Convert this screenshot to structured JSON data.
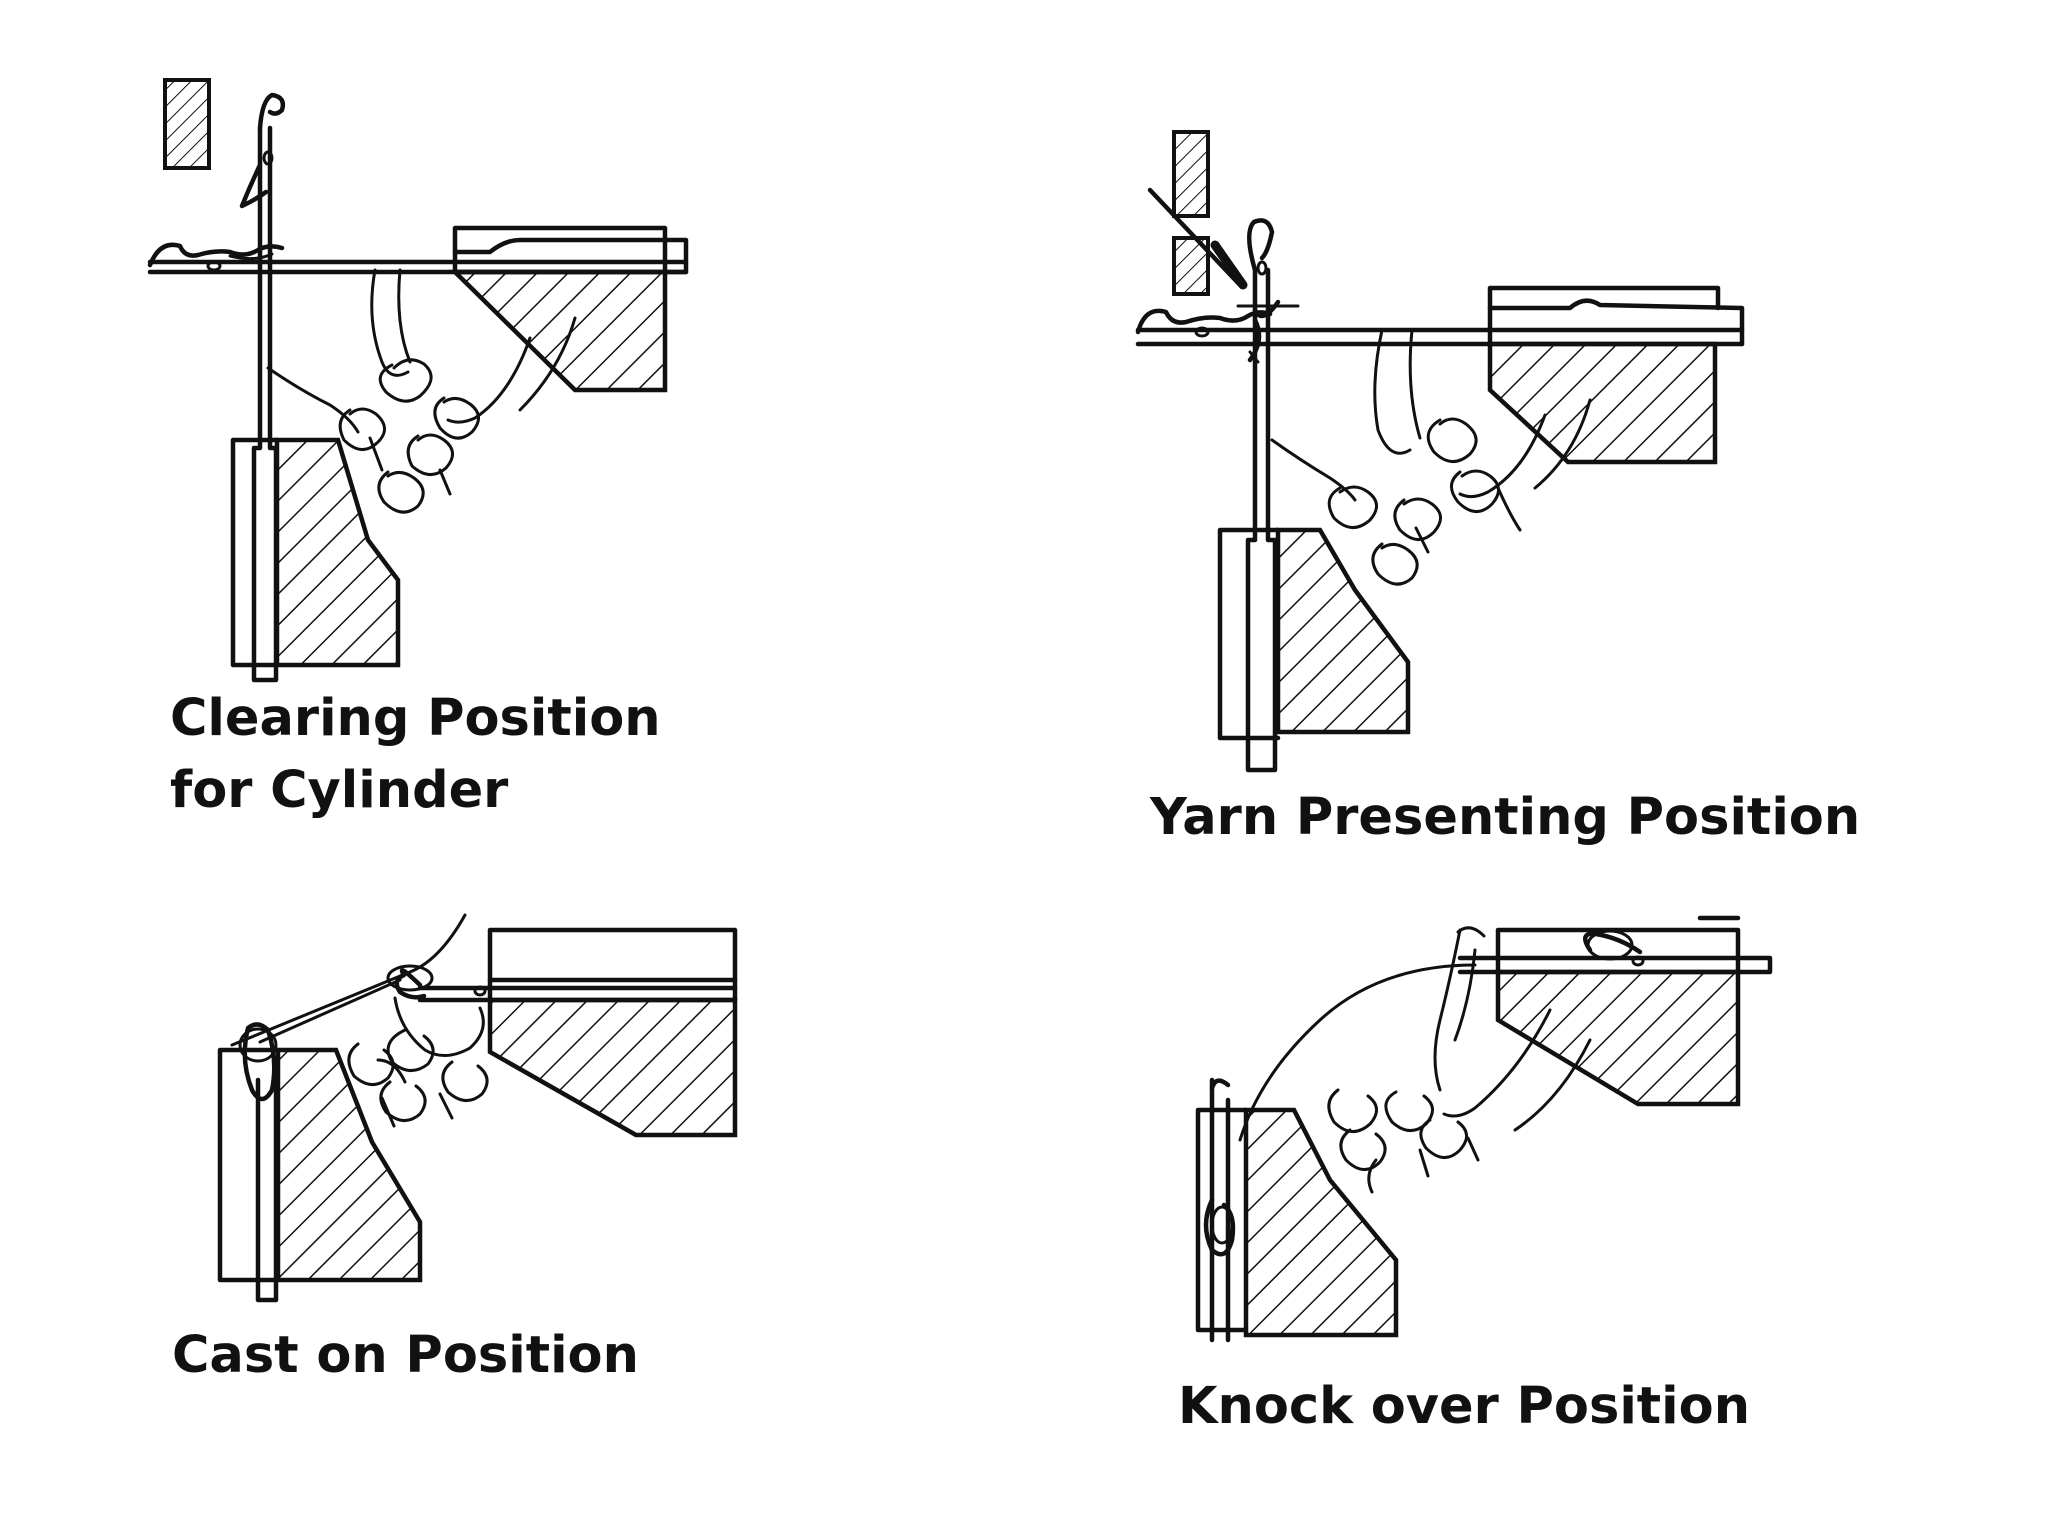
{
  "figure": {
    "panels": [
      {
        "id": "clearing",
        "caption_lines": [
          "Clearing Position",
          "for Cylinder"
        ]
      },
      {
        "id": "yarn-presenting",
        "caption_lines": [
          "Yarn Presenting Position"
        ]
      },
      {
        "id": "cast-on",
        "caption_lines": [
          "Cast on Position"
        ]
      },
      {
        "id": "knock-over",
        "caption_lines": [
          "Knock over Position"
        ]
      }
    ]
  },
  "colors": {
    "ink": "#111111",
    "background": "#ffffff"
  }
}
